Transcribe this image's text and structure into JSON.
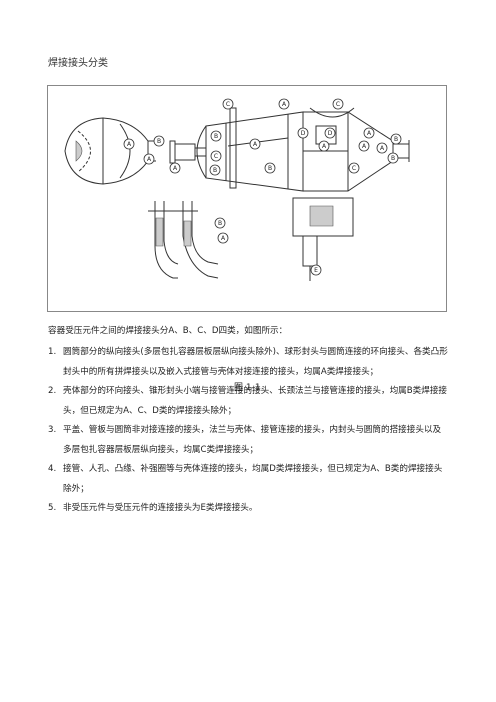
{
  "doc": {
    "title": "焊接接头分类",
    "figure_caption": "图 1-1",
    "figure_labels": {
      "a": "A",
      "b": "B",
      "c": "C",
      "d": "D",
      "e": "E"
    },
    "intro": "容器受压元件之间的焊接接头分A、B、C、D四类，如图所示：",
    "items": [
      {
        "num": "1.",
        "text": "圆筒部分的纵向接头(多层包扎容器层板层纵向接头除外)、球形封头与圆筒连接的环向接头、各类凸形封头中的所有拼焊接头以及嵌入式接管与壳体对接连接的接头，均属A类焊接接头；"
      },
      {
        "num": "2.",
        "text": "壳体部分的环向接头、锥形封头小端与接管连接的接头、长颈法兰与接管连接的接头，均属B类焊接接头，但已规定为A、C、D类的焊接接头除外；"
      },
      {
        "num": "3.",
        "text": "平盖、管板与圆筒非对接连接的接头，法兰与壳体、接管连接的接头，内封头与圆筒的搭接接头以及多层包扎容器层板层纵向接头，均属C类焊接接头；"
      },
      {
        "num": "4.",
        "text": "接管、人孔、凸缘、补强圈等与壳体连接的接头，均属D类焊接接头，但已规定为A、B类的焊接接头除外；"
      },
      {
        "num": "5.",
        "text": "非受压元件与受压元件的连接接头为E类焊接接头。"
      }
    ]
  }
}
